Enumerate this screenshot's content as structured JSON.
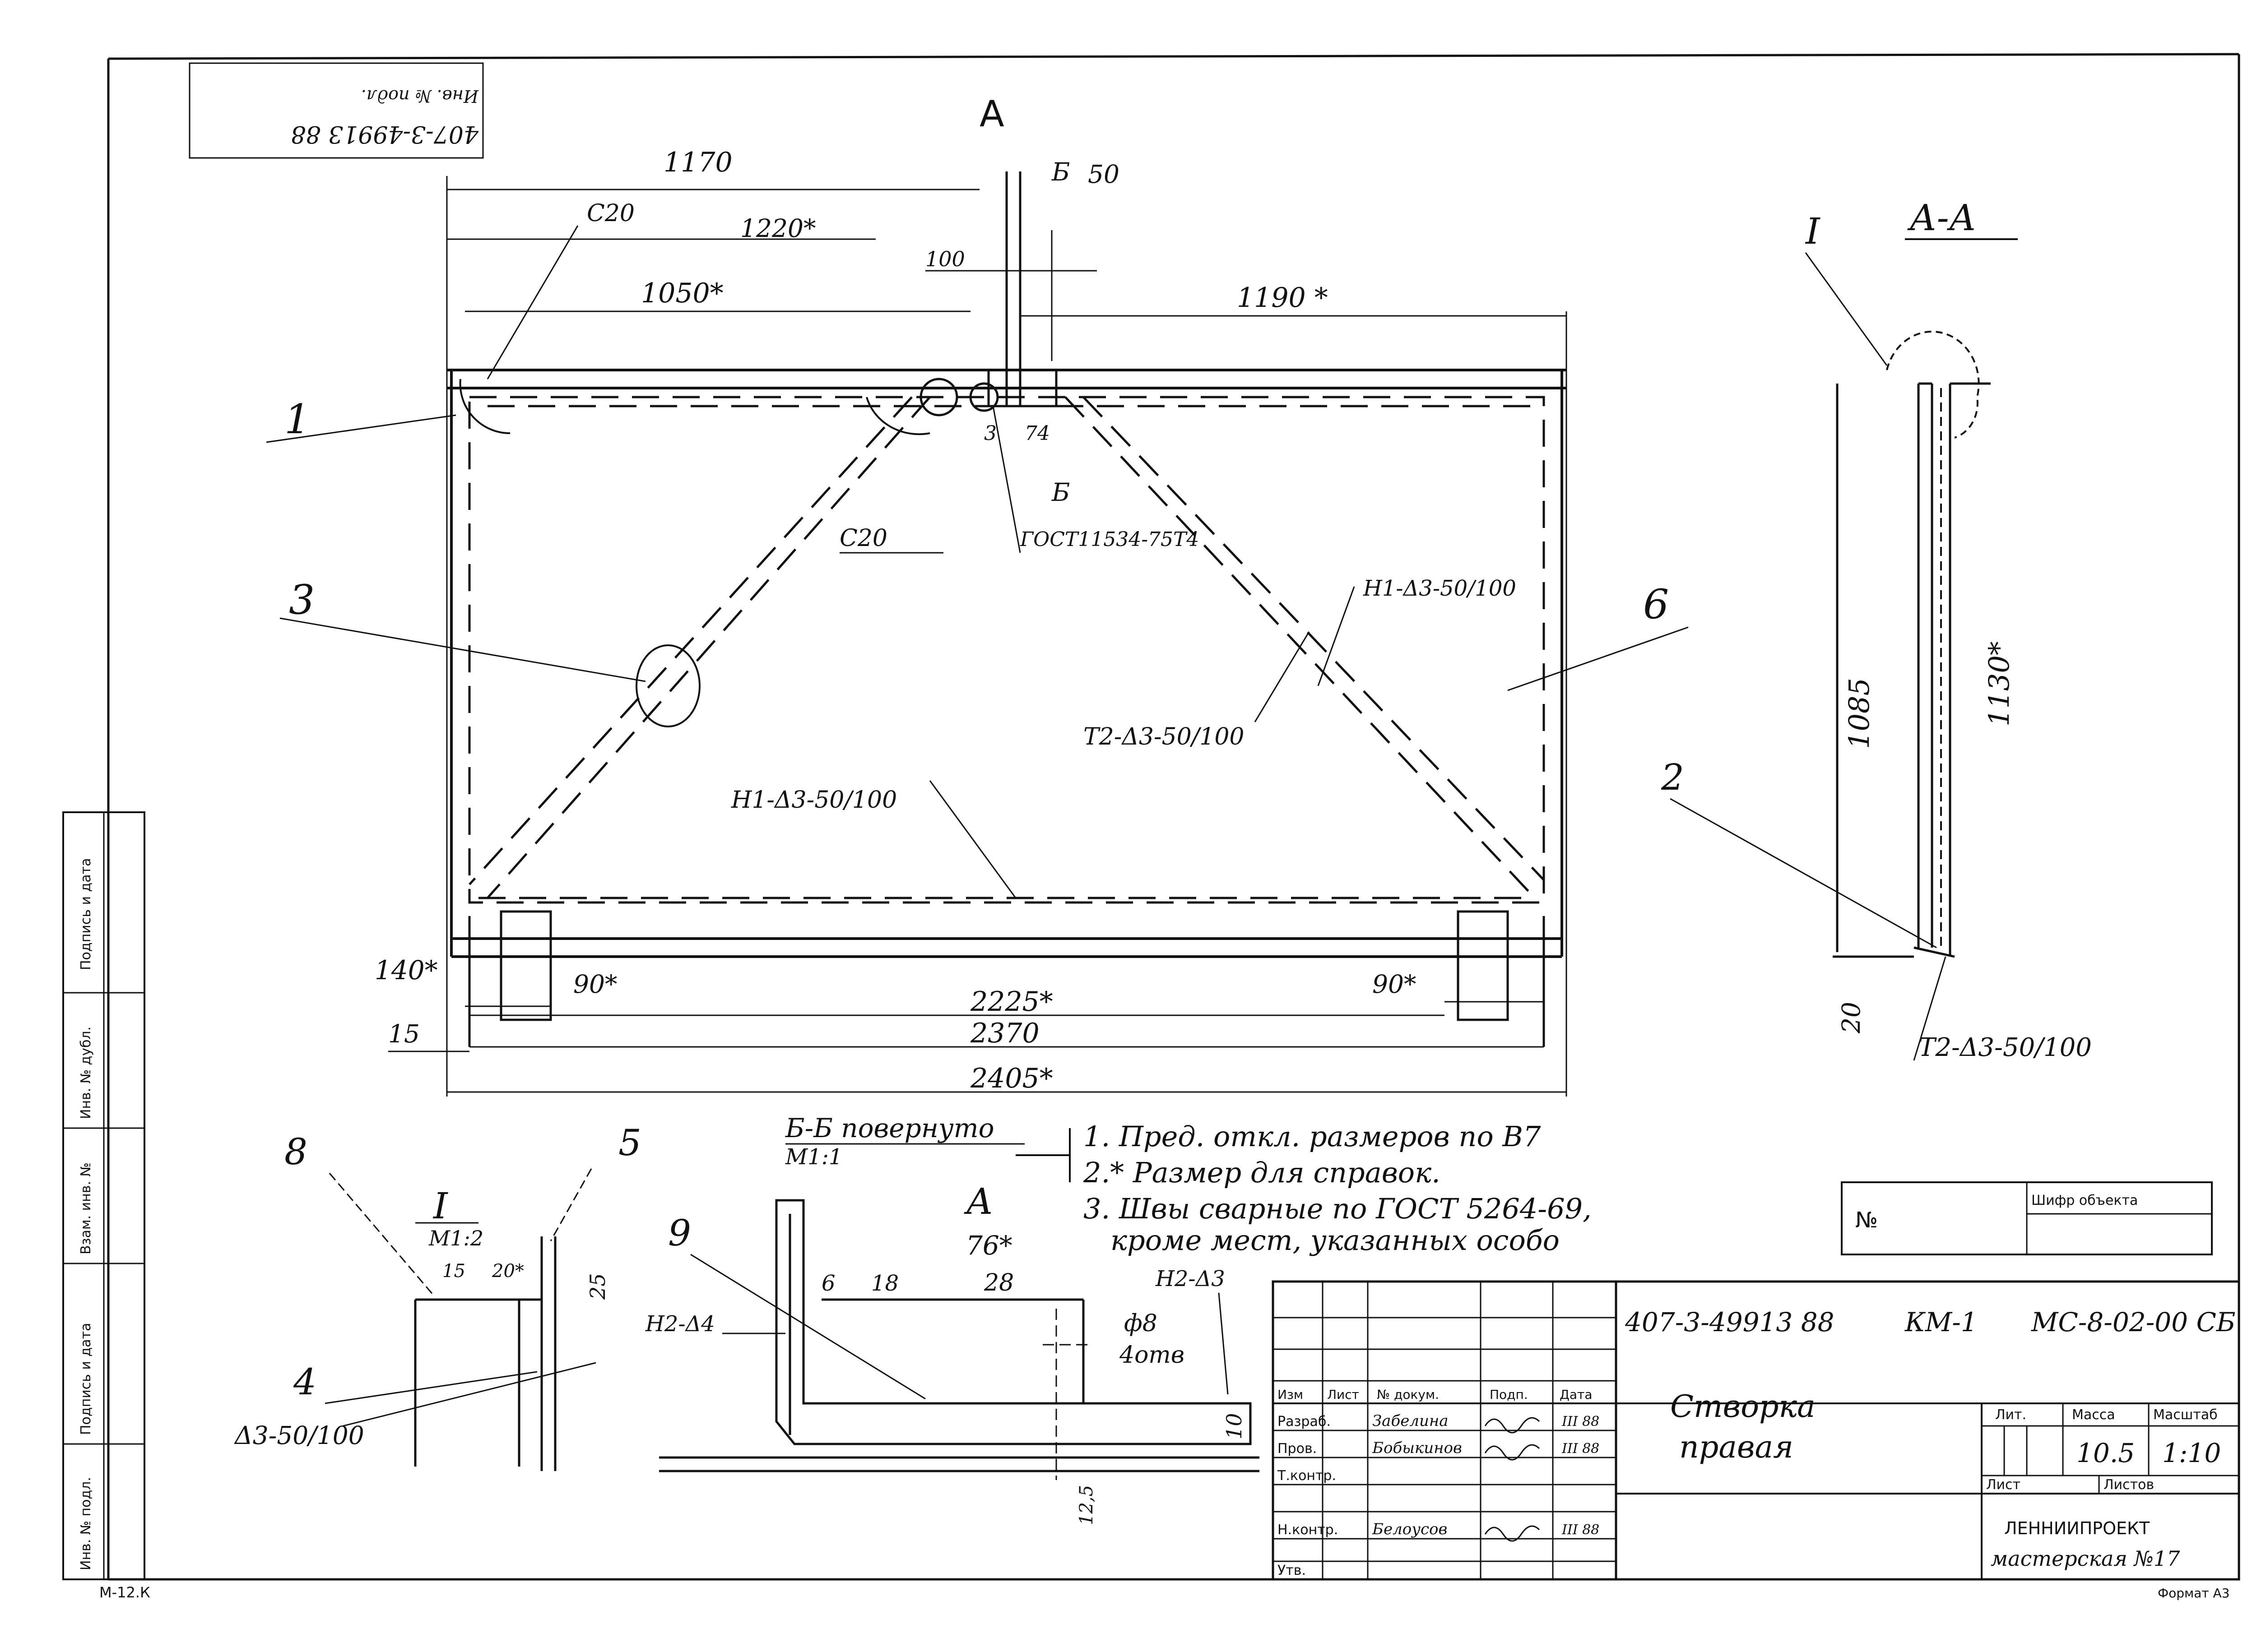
{
  "corner_stamp": {
    "line1": "407-3-49913 88",
    "line2": "Инв. № подл."
  },
  "view_main": {
    "label": "А"
  },
  "view_aa": {
    "label": "А-А"
  },
  "view_bb": {
    "label": "Б-Б повернуто",
    "scale": "М1:1",
    "label_a": "А"
  },
  "node_i": {
    "label": "I",
    "scale": "М1:2"
  },
  "section_b_mark": "Б",
  "dimensions": {
    "d1170": "1170",
    "d50": "50",
    "d1220": "1220*",
    "d100": "100",
    "d1050": "1050*",
    "d1190": "1190 *",
    "d3": "3",
    "d74": "74",
    "d140": "140*",
    "d90a": "90*",
    "d90b": "90*",
    "d2225": "2225*",
    "d15": "15",
    "d2370": "2370",
    "d2405": "2405*",
    "d1085": "1085",
    "d1130": "1130*",
    "d20": "20",
    "d25": "25",
    "d15n": "15",
    "d20n": "20*",
    "d76": "76*",
    "d6": "6",
    "d18": "18",
    "d28": "28",
    "d10": "10",
    "d12_5": "12,5",
    "hole_d": "ф8",
    "hole_n": "4отв"
  },
  "welds": {
    "c20_top": "С20",
    "c20_mid": "С20",
    "gost": "ГОСТ11534-75Т4",
    "h1_right": "Н1-Δ3-50/100",
    "t2_right": "Т2-Δ3-50/100",
    "h1_bottom": "Н1-Δ3-50/100",
    "t2_aa": "Т2-Δ3-50/100",
    "h2_d3": "Н2-Δ3",
    "h2_d4": "Н2-Δ4",
    "d3_node": "Δ3-50/100"
  },
  "positions": {
    "p1": "1",
    "p2": "2",
    "p3": "3",
    "p4": "4",
    "p5": "5",
    "p6": "6",
    "p8": "8",
    "p9": "9",
    "pI": "I"
  },
  "notes": [
    "1. Пред. откл. размеров по В7",
    "2.* Размер для справок.",
    "3. Швы сварные по ГОСТ 5264-69,",
    "кроме мест, указанных особо"
  ],
  "object_box": {
    "no_label": "№",
    "code_label": "Шифр объекта"
  },
  "title_block": {
    "doc_code": "407-3-49913 88",
    "sheet_mark": "КМ-1",
    "drawing_no": "МС-8-02-00 СБ",
    "name_line1": "Створка",
    "name_line2": "правая",
    "col_headers": [
      "Изм",
      "Лист",
      "№ докум.",
      "Подп.",
      "Дата"
    ],
    "lit_label": "Лит.",
    "mass_label": "Масса",
    "scale_label": "Масштаб",
    "mass": "10.5",
    "scale": "1:10",
    "sheet_label": "Лист",
    "sheets_label": "Листов",
    "org1": "ЛЕННИИПРОЕКТ",
    "org2": "мастерская №17",
    "rows": [
      {
        "role": "Разраб.",
        "name": "Забелина",
        "date": "III 88"
      },
      {
        "role": "Пров.",
        "name": "Бобыкинов",
        "date": "III 88"
      },
      {
        "role": "Т.контр.",
        "name": "",
        "date": ""
      },
      {
        "role": "",
        "name": "",
        "date": ""
      },
      {
        "role": "Н.контр.",
        "name": "Белоусов",
        "date": "III 88"
      },
      {
        "role": "Утв.",
        "name": "",
        "date": ""
      }
    ]
  },
  "side_strip": [
    "Подпись и дата",
    "Инв. № дубл.",
    "Взам. инв. №",
    "Подпись и дата",
    "Инв. № подл."
  ],
  "footer_left": "М-12.К",
  "footer_right": "Формат А3"
}
